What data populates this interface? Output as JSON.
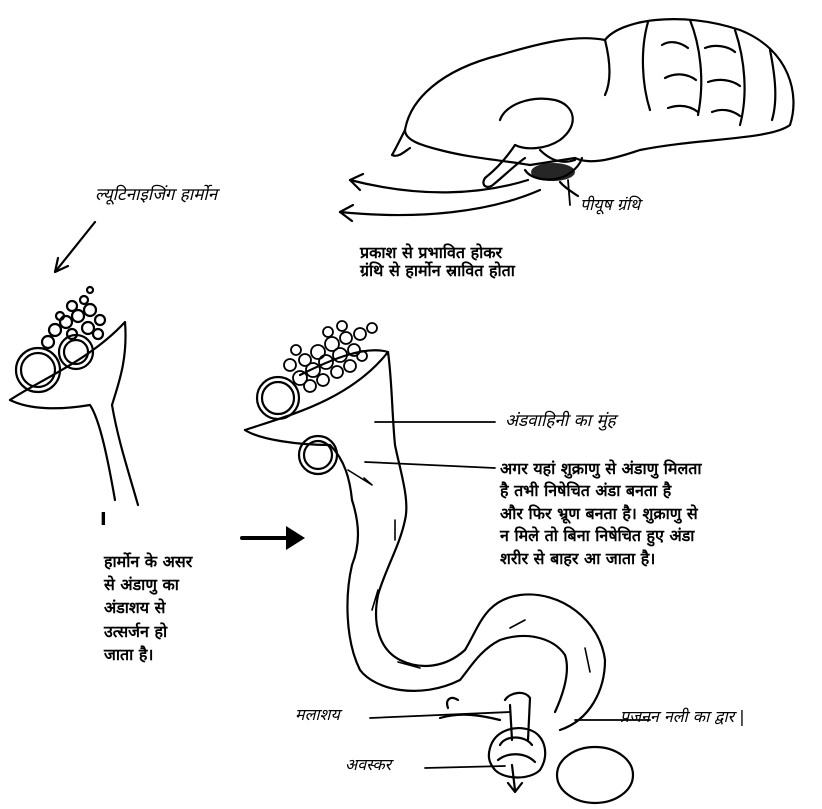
{
  "labels": {
    "pituitary": "पीयूष ग्रंथि",
    "luteinizing": "ल्यूटिनाइजिंग हार्मोन",
    "light_1": "प्रकाश से प्रभावित होकर",
    "light_2": "ग्रंथि से हार्मोन स्रावित होता",
    "oviduct_mouth": "अंडवाहिनी का मुंह",
    "fert_1": "अगर यहां शुक्राणु से अंडाणु मिलता",
    "fert_2": "है तभी निषेचित अंडा बनता है",
    "fert_3": "और फिर भ्रूण बनता है। शुक्राणु से",
    "fert_4": "न मिले तो बिना निषेचित हुए अंडा",
    "fert_5": "शरीर से बाहर आ जाता है।",
    "roman_one": "I",
    "hormone_1": "हार्मोन के असर",
    "hormone_2": "से अंडाणु का",
    "hormone_3": "अंडाशय से",
    "hormone_4": "उत्सर्जन हो",
    "hormone_5": "जाता है।",
    "rectum": "मलाशय",
    "vent": "अवस्कर",
    "oviduct_opening": "प्रजनन नली का द्वार |"
  }
}
